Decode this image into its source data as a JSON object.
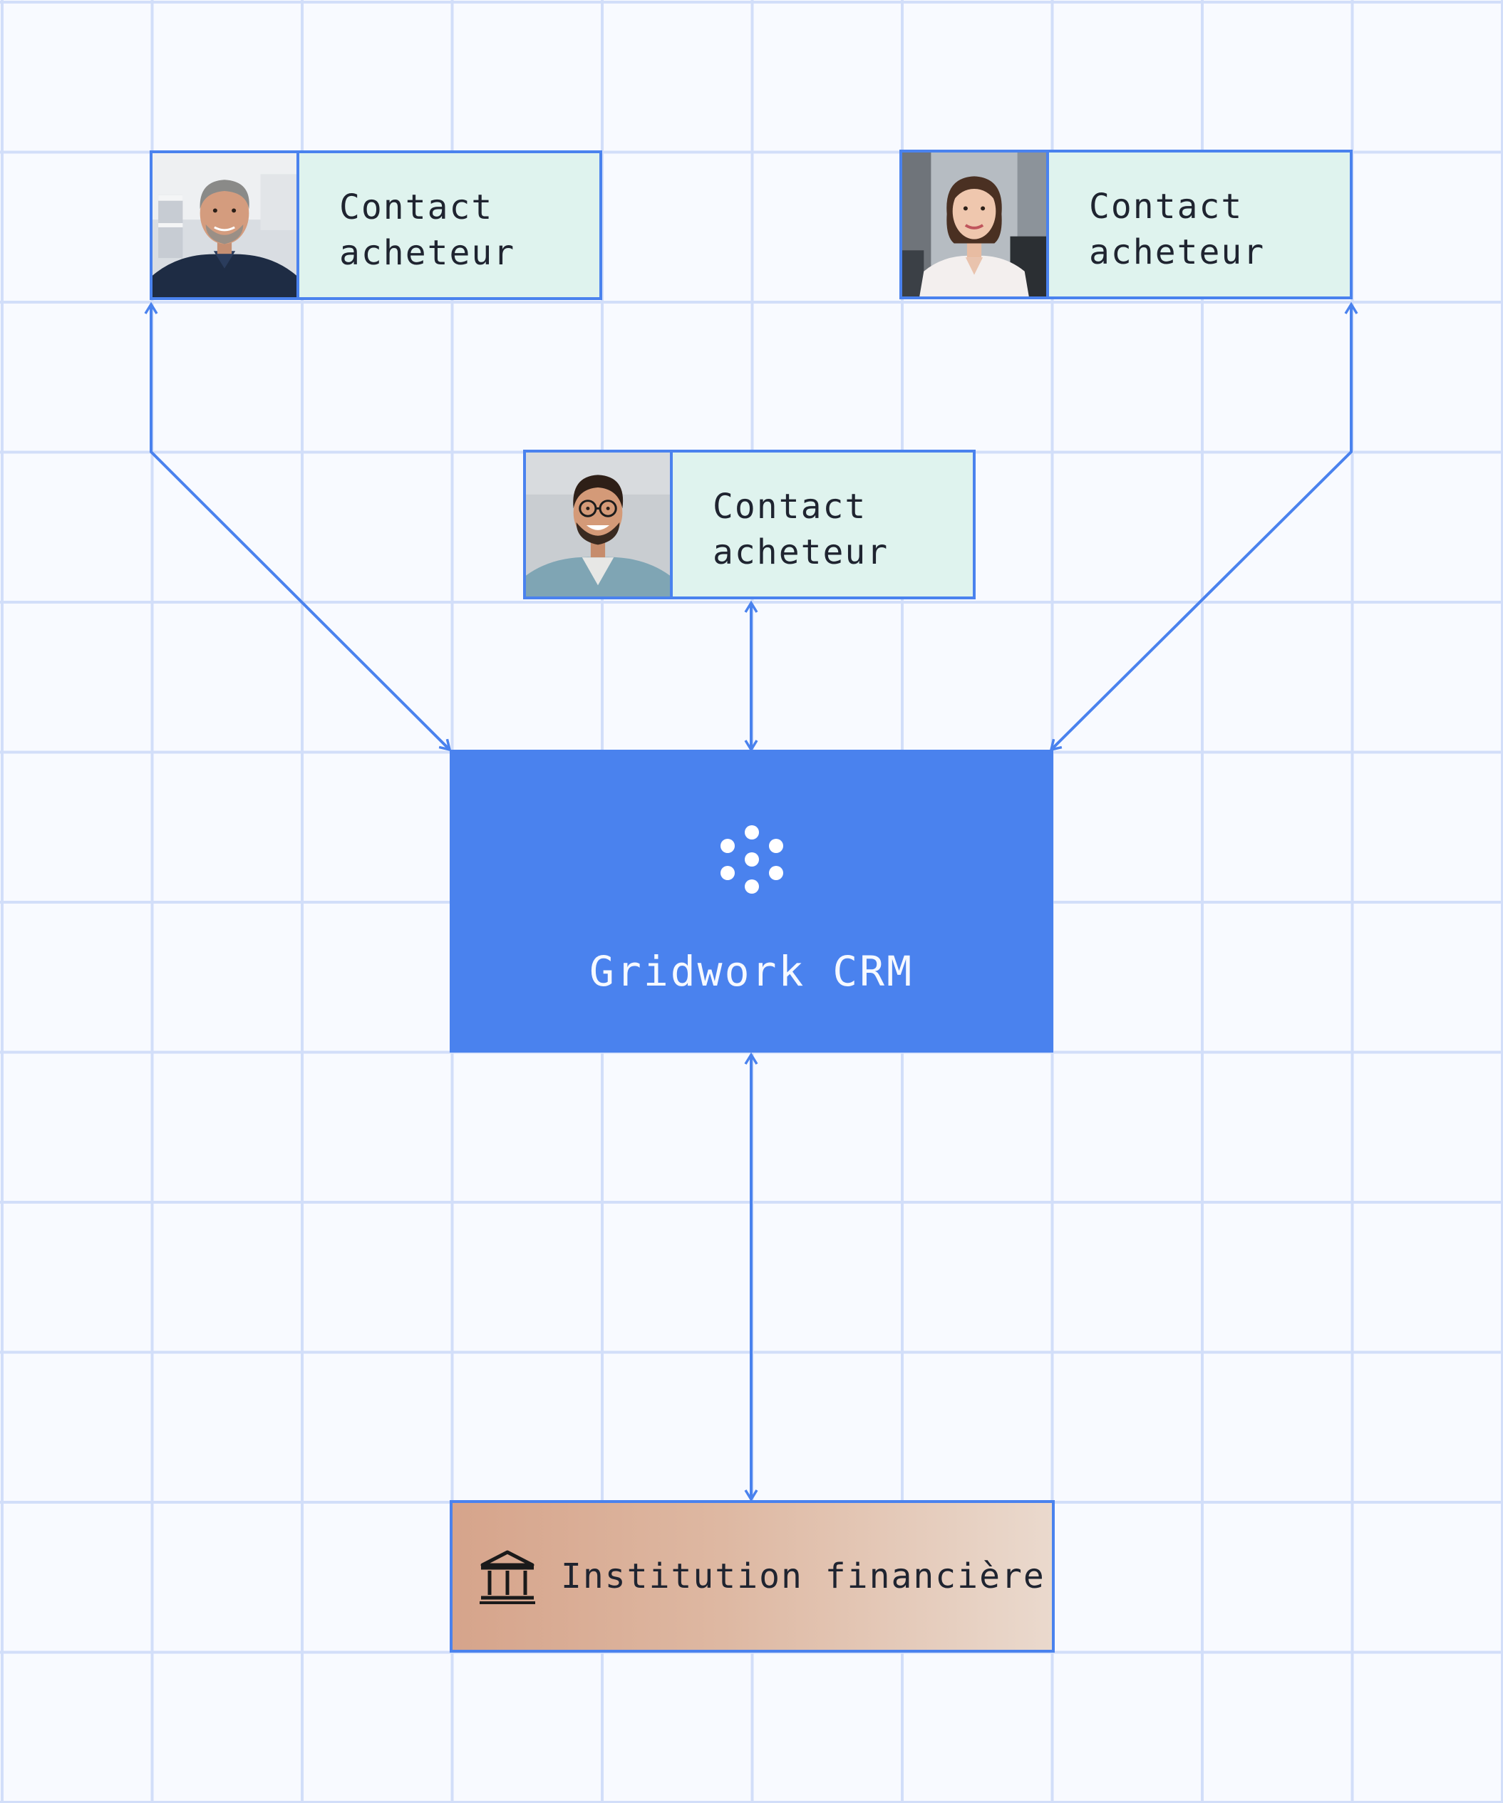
{
  "diagram": {
    "nodes": {
      "contact_left": {
        "label": "Contact\nacheteur",
        "photo_icon": "person-photo-man-gray-hair"
      },
      "contact_right": {
        "label": "Contact\nacheteur",
        "photo_icon": "person-photo-woman"
      },
      "contact_center": {
        "label": "Contact\nacheteur",
        "photo_icon": "person-photo-man-glasses"
      },
      "crm": {
        "title": "Gridwork CRM",
        "logo_icon": "gridwork-dots-logo"
      },
      "bank": {
        "label": "Institution financière",
        "icon": "bank-building-icon"
      }
    },
    "edges": [
      {
        "from": "contact_left",
        "to": "crm",
        "direction": "both"
      },
      {
        "from": "contact_right",
        "to": "crm",
        "direction": "both"
      },
      {
        "from": "contact_center",
        "to": "crm",
        "direction": "both"
      },
      {
        "from": "crm",
        "to": "bank",
        "direction": "both"
      }
    ],
    "colors": {
      "grid_line": "#d2def9",
      "connector": "#4a82ee",
      "contact_fill": "#dff3ee",
      "crm_fill": "#4a82ee",
      "bank_fill_start": "#d6a48b",
      "bank_fill_end": "#ead9cd",
      "text_dark": "#1f2430",
      "text_light": "#f6f9ff"
    }
  }
}
